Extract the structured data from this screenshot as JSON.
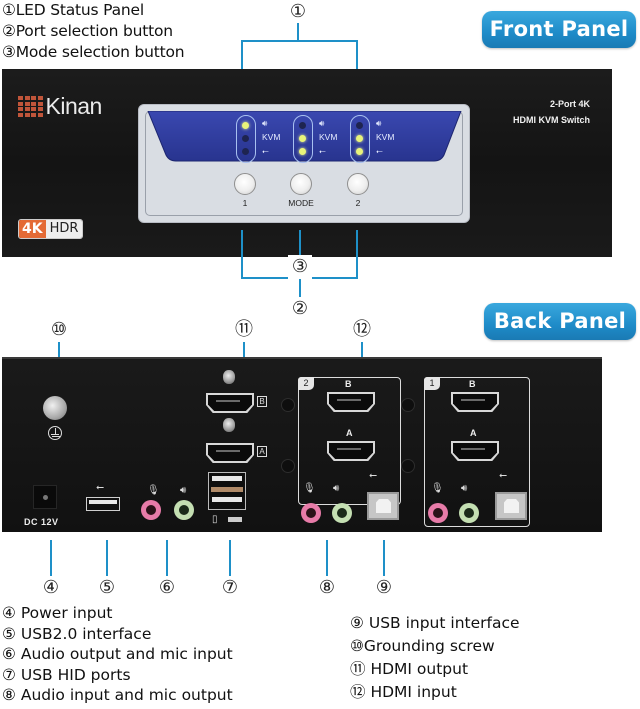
{
  "legend_top": [
    {
      "num": "①",
      "label": "LED Status Panel"
    },
    {
      "num": "②",
      "label": "Port selection button"
    },
    {
      "num": "③",
      "label": "Mode selection button"
    }
  ],
  "front_panel": {
    "title": "Front Panel",
    "brand": "Kinan",
    "product_line1": "2-Port 4K",
    "product_line2": "HDMI KVM Switch",
    "badge_4k": "4K",
    "badge_hdr": "HDR",
    "led_groups": [
      {
        "id": "port1",
        "leds": [
          "on",
          "off",
          "off"
        ],
        "label": "KVM"
      },
      {
        "id": "mode",
        "leds": [
          "off",
          "on",
          "on"
        ],
        "label": "KVM"
      },
      {
        "id": "port2",
        "leds": [
          "off",
          "on",
          "on"
        ],
        "label": "KVM"
      }
    ],
    "buttons": [
      {
        "label": "1"
      },
      {
        "label": "MODE"
      },
      {
        "label": "2"
      }
    ],
    "callouts": {
      "led_panel": "①",
      "mode_button": "③",
      "port_buttons": "②"
    }
  },
  "back_panel": {
    "title": "Back Panel",
    "dc_label": "DC  12V",
    "hdmi_output_labels": [
      "B",
      "A"
    ],
    "port_boxes": [
      {
        "tag": "2",
        "hdmi_labels": [
          "B",
          "A"
        ]
      },
      {
        "tag": "1",
        "hdmi_labels": [
          "B",
          "A"
        ]
      }
    ],
    "callouts": {
      "grounding": "⑩",
      "hdmi_output": "⑪",
      "hdmi_input": "⑫",
      "power": "④",
      "usb2": "⑤",
      "audio_out_mic_in": "⑥",
      "usb_hid": "⑦",
      "audio_in_mic_out": "⑧",
      "usb_input": "⑨"
    }
  },
  "legend_bottom_left": [
    {
      "num": "④",
      "label": "Power input"
    },
    {
      "num": "⑤",
      "label": "USB2.0 interface"
    },
    {
      "num": "⑥",
      "label": "Audio output and mic input"
    },
    {
      "num": "⑦",
      "label": "USB HID ports"
    },
    {
      "num": "⑧",
      "label": "Audio input and mic output"
    }
  ],
  "legend_bottom_right": [
    {
      "num": "⑨",
      "label": "USB input interface"
    },
    {
      "num": "⑩",
      "label": "Grounding screw"
    },
    {
      "num": "⑪",
      "label": "HDMI output"
    },
    {
      "num": "⑫",
      "label": "HDMI input"
    }
  ],
  "colors": {
    "accent_blue": "#1e90c8",
    "panel_blue": "#2c3a9c",
    "led_on": "#e8f37a",
    "badge_orange": "#e46a35",
    "jack_pink": "#e77ba8",
    "jack_green": "#c4dfb2"
  }
}
